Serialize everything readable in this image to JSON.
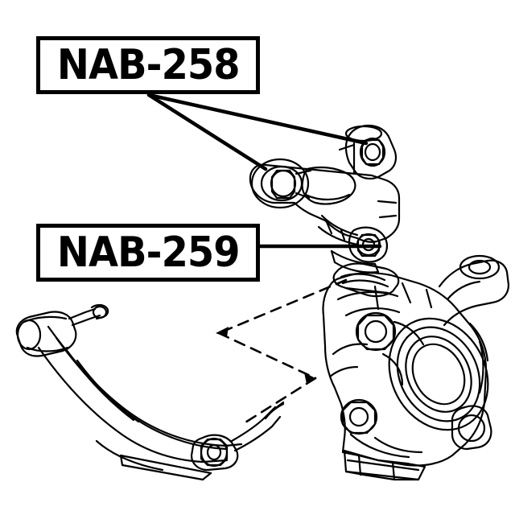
{
  "diagram": {
    "type": "automotive-parts-illustration",
    "subject": "front suspension arm and steering knuckle assembly",
    "background_color": "#ffffff",
    "line_color": "#000000",
    "callouts": [
      {
        "id": "nab-258",
        "label": "NAB-258",
        "part_type": "arm bushing",
        "leader_count": 2,
        "points_to": [
          "upper-arm-front-bushing",
          "upper-arm-rear-bushing"
        ]
      },
      {
        "id": "nab-259",
        "label": "NAB-259",
        "part_type": "arm bushing",
        "leader_count": 1,
        "points_to": [
          "upper-arm-lower-bushing"
        ]
      }
    ],
    "components": [
      {
        "id": "upper-control-arm",
        "name": "Upper control arm"
      },
      {
        "id": "steering-knuckle",
        "name": "Steering knuckle"
      },
      {
        "id": "lower-control-arm",
        "name": "Lower control arm"
      },
      {
        "id": "phantom-line",
        "name": "Assembly reference line"
      }
    ]
  }
}
